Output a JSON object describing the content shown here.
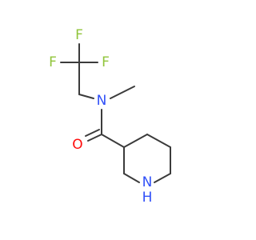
{
  "molecule": {
    "atoms": {
      "f1": "F",
      "f2": "F",
      "f3": "F",
      "n_amide": "N",
      "o": "O",
      "n_ring": "N",
      "h_ring": "H"
    },
    "colors": {
      "bond": "#3b3b3b",
      "fluorine": "#90c43a",
      "nitrogen": "#3050f8",
      "oxygen": "#ff0d0d"
    }
  }
}
